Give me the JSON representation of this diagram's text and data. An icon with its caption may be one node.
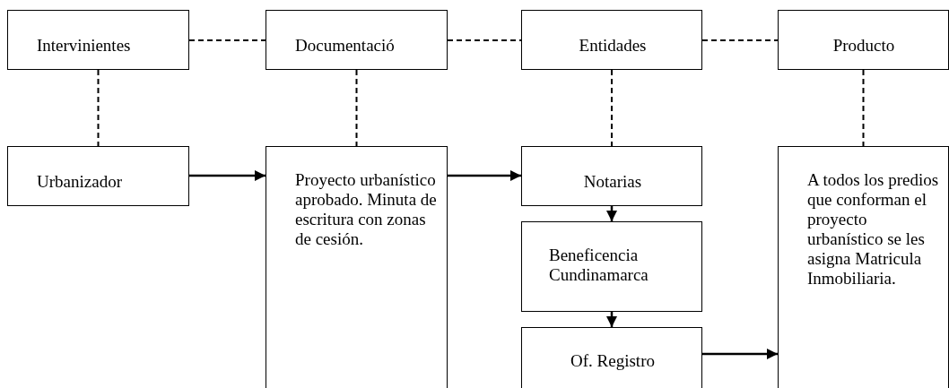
{
  "diagram": {
    "nodes": [
      {
        "text": [
          "Intervinientes"
        ]
      },
      {
        "text": [
          "Documentació"
        ]
      },
      {
        "text": [
          "Entidades"
        ]
      },
      {
        "text": [
          "Producto"
        ]
      },
      {
        "text": [
          "Urbanizador"
        ]
      },
      {
        "text": [
          "Proyecto urbanístico aprobado. Minuta de escritura con zonas de cesión."
        ]
      },
      {
        "text": [
          "Notarias"
        ]
      },
      {
        "text": [
          "Beneficencia Cundinamarca"
        ]
      },
      {
        "text": [
          "Of. Registro"
        ]
      },
      {
        "text": [
          "A todos los predios que conforman el proyecto urbanístico se les asigna Matricula Inmobiliaria."
        ]
      }
    ],
    "edges": [
      {
        "from": 0,
        "to": 1,
        "arrow": "none",
        "style": "dashed"
      },
      {
        "from": 1,
        "to": 2,
        "arrow": "none",
        "style": "dashed"
      },
      {
        "from": 2,
        "to": 3,
        "arrow": "none",
        "style": "dashed"
      },
      {
        "from": 0,
        "to": 4,
        "arrow": "none",
        "style": "dashed"
      },
      {
        "from": 1,
        "to": 5,
        "arrow": "none",
        "style": "dashed"
      },
      {
        "from": 2,
        "to": 6,
        "arrow": "none",
        "style": "dashed"
      },
      {
        "from": 3,
        "to": 9,
        "arrow": "none",
        "style": "dashed"
      },
      {
        "from": 4,
        "to": 5,
        "arrow": "to"
      },
      {
        "from": 5,
        "to": 6,
        "arrow": "to"
      },
      {
        "from": 6,
        "to": 7,
        "arrow": "to"
      },
      {
        "from": 7,
        "to": 8,
        "arrow": "to"
      },
      {
        "from": 8,
        "to": 9,
        "arrow": "to"
      }
    ]
  }
}
